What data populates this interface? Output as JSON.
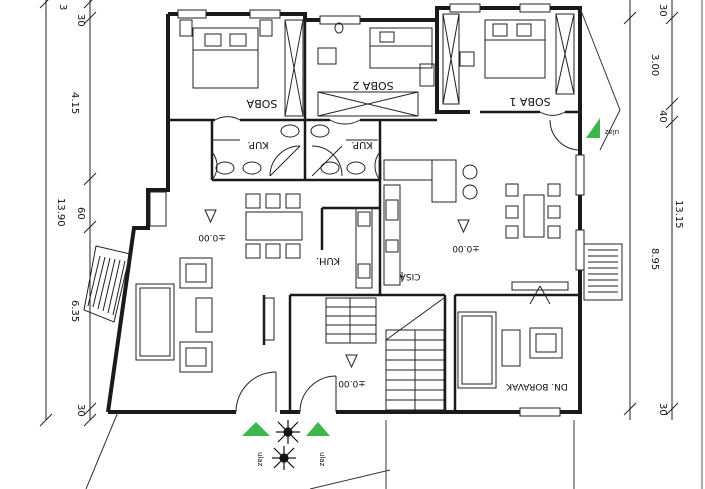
{
  "rooms": {
    "soba": "SOBA",
    "soba_2": "SOBA 2",
    "soba_1": "SOBA 1",
    "kup_left": "KUP.",
    "kup_right": "KUP.",
    "kuh": "KUH.",
    "cisa": "CISA",
    "dn_boravak": "DN. BORAVAK"
  },
  "levels": {
    "level_1": "±0.00",
    "level_2": "±0.00",
    "level_3": "±0.00"
  },
  "entrances": {
    "ulaz_right": "ulaz",
    "ulaz_bottom_left": "ulaz",
    "ulaz_bottom_right": "ulaz"
  },
  "dimensions": {
    "left_top": "30",
    "left_upper": "4.15",
    "left_mid_total": "13.90",
    "left_small": "60",
    "left_lower": "6.35",
    "left_bottom": "30",
    "right_top": "30",
    "right_upper": "3.00",
    "right_small": "40",
    "right_total": "13.15",
    "right_lower": "8.95",
    "right_bottom": "30",
    "top_small": "3"
  },
  "colors": {
    "wall": "#1a1a1a",
    "line": "#222222",
    "marker": "#3fb54a"
  }
}
